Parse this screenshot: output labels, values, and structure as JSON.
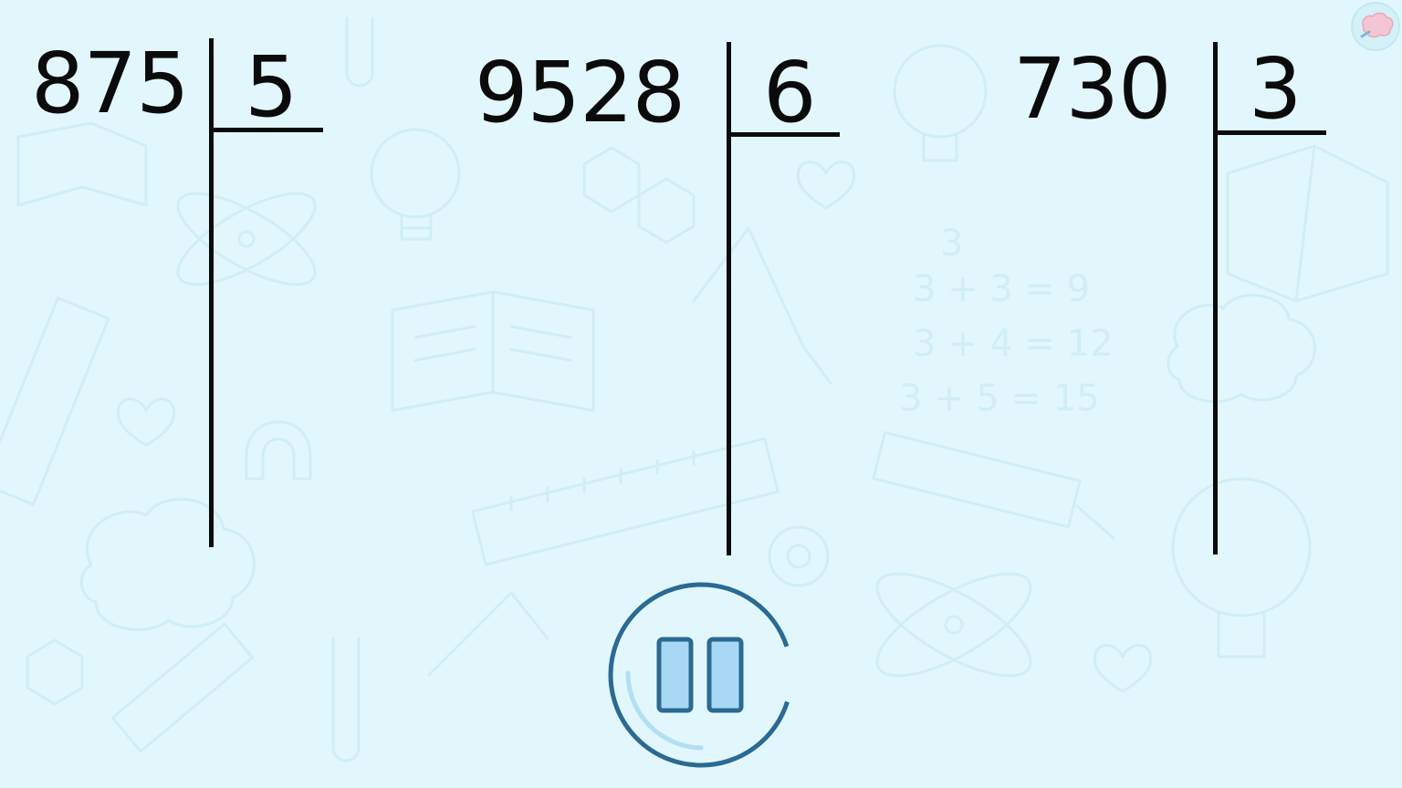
{
  "divisions": [
    {
      "dividend": "875",
      "divisor": "5"
    },
    {
      "dividend": "9528",
      "divisor": "6"
    },
    {
      "dividend": "730",
      "divisor": "3"
    }
  ],
  "icons": {
    "pause": "pause-icon",
    "logo": "brain-logo-icon"
  },
  "colors": {
    "background": "#e2f7fc",
    "ink": "#0b0b0b",
    "button_ring": "#2a6a93",
    "button_fill": "#a9d8f5",
    "progress_arc": "#b3dff2"
  }
}
